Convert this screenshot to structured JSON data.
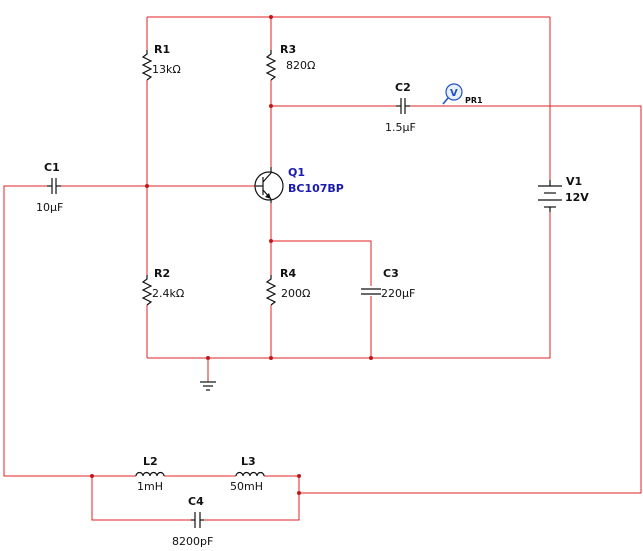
{
  "colors": {
    "wire": "#e02020",
    "component": "#101010",
    "transistor": "#1a1ab0",
    "probe": "#2050c0"
  },
  "components": {
    "R1": {
      "ref": "R1",
      "value": "13kΩ"
    },
    "R2": {
      "ref": "R2",
      "value": "2.4kΩ"
    },
    "R3": {
      "ref": "R3",
      "value": "820Ω"
    },
    "R4": {
      "ref": "R4",
      "value": "200Ω"
    },
    "C1": {
      "ref": "C1",
      "value": "10µF"
    },
    "C2": {
      "ref": "C2",
      "value": "1.5µF"
    },
    "C3": {
      "ref": "C3",
      "value": "220µF"
    },
    "C4": {
      "ref": "C4",
      "value": "8200pF"
    },
    "L2": {
      "ref": "L2",
      "value": "1mH"
    },
    "L3": {
      "ref": "L3",
      "value": "50mH"
    },
    "Q1": {
      "ref": "Q1",
      "value": "BC107BP"
    },
    "V1": {
      "ref": "V1",
      "value": "12V"
    },
    "PR1": {
      "ref": "PR1",
      "icon": "voltage-probe-icon",
      "glyph": "V"
    }
  },
  "icons": [
    "ground-icon",
    "voltage-probe-icon",
    "battery-icon",
    "npn-transistor-icon"
  ]
}
